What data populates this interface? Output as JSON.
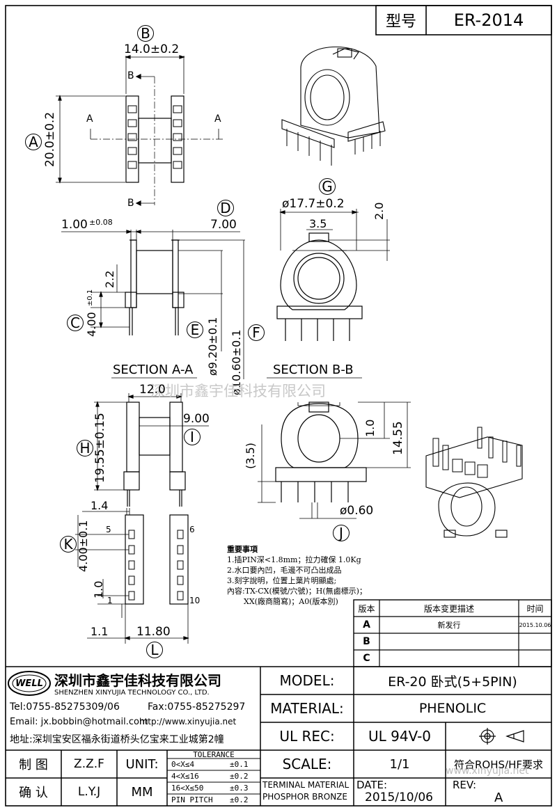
{
  "header": {
    "model_label": "型号",
    "model_value": "ER-2014"
  },
  "dims": {
    "B": "B",
    "B_val": "14.0±0.2",
    "A": "A",
    "A_val": "20.0±0.2",
    "sec_A": "A",
    "sec_B": "B",
    "G": "G",
    "G_val": "ø17.7±0.2",
    "G_35": "3.5",
    "G_20": "2.0",
    "D": "D",
    "D_1": "1.00",
    "D_1_tol": "±0.08",
    "D_7": "7.00",
    "D_22": "2.2",
    "C": "C",
    "C_val": "4.00",
    "C_tol": "±0.1",
    "E": "E",
    "E_val": "ø9.20±0.1",
    "F": "F",
    "F_val": "ø10.60±0.1",
    "section_aa": "SECTION A-A",
    "section_bb": "SECTION B-B",
    "w12": "12.0",
    "w9": "9.00",
    "I": "I",
    "H": "H",
    "H_val": "19.55±0.15",
    "b35": "(3.5)",
    "b10": "1.0",
    "b1455": "14.55",
    "pin_dia": "ø0.60",
    "J": "J",
    "K": "K",
    "K_val": "4.00±0.1",
    "k14": "1.4",
    "pin5": "5",
    "pin6": "6",
    "pin1": "1",
    "pin10": "10",
    "k10": "1.0",
    "L": "L",
    "l11": "1.1",
    "l118": "11.80"
  },
  "notes": {
    "title": "重要事項",
    "lines": [
      "1.插PIN深<1.8mm；拉力確保 1.0Kg",
      "2.水口要內凹，毛邊不可凸出成品",
      "3.刻字說明，位置上葉片明顯處;",
      "內容:TX-CX(模號/穴號)；H(無鹵標示)；",
      "XX(廠商簡寫)；A0(版本別)"
    ]
  },
  "watermark": "深圳市鑫宇佳科技有限公司",
  "revision": {
    "headers": [
      "版本",
      "版本变更描述",
      "时间"
    ],
    "rows": [
      {
        "ver": "A",
        "desc": "新发行",
        "date": "2015.10.06"
      },
      {
        "ver": "B",
        "desc": "",
        "date": ""
      },
      {
        "ver": "C",
        "desc": "",
        "date": ""
      }
    ]
  },
  "company": {
    "logo": "WELL",
    "name_cn": "深圳市鑫宇佳科技有限公司",
    "name_en": "SHENZHEN XINYUJIA TECHNOLOGY CO., LTD.",
    "tel": "Tel:0755-85275309/06",
    "fax": "Fax:0755-85275297",
    "email": "Email: jx.bobbin@hotmail.com",
    "http": "http://www.xinyujia.net",
    "address": "地址:深圳宝安区福永街道桥头亿宝来工业城第2幢"
  },
  "title_block": {
    "model_label": "MODEL:",
    "model_value": "ER-20 卧式(5+5PIN)",
    "material_label": "MATERIAL:",
    "material_value": "PHENOLIC",
    "ulrec_label": "UL REC:",
    "ulrec_value": "UL 94V-0",
    "scale_label": "SCALE:",
    "scale_value": "1/1",
    "rohs": "符合ROHS/HF要求",
    "terminal_material": "TERMINAL MATERIAL",
    "terminal_value": "PHOSPHOR BRONZE",
    "date_label": "DATE:",
    "date_value": "2015/10/06",
    "rev_label": "REV:",
    "rev_value": "A",
    "website": "www.xinyujia.net"
  },
  "signoff": {
    "draw_label": "制 图",
    "draw_name": "Z.Z.F",
    "check_label": "确 认",
    "check_name": "L.Y.J",
    "unit_label": "UNIT:",
    "unit_value": "MM"
  },
  "tolerance": {
    "title": "TOLERANCE",
    "rows": [
      {
        "range": "0<X≤4",
        "tol": "±0.1"
      },
      {
        "range": "4<X≤16",
        "tol": "±0.2"
      },
      {
        "range": "16<X≤50",
        "tol": "±0.3"
      },
      {
        "range": "PIN PITCH",
        "tol": "±0.2"
      }
    ]
  }
}
